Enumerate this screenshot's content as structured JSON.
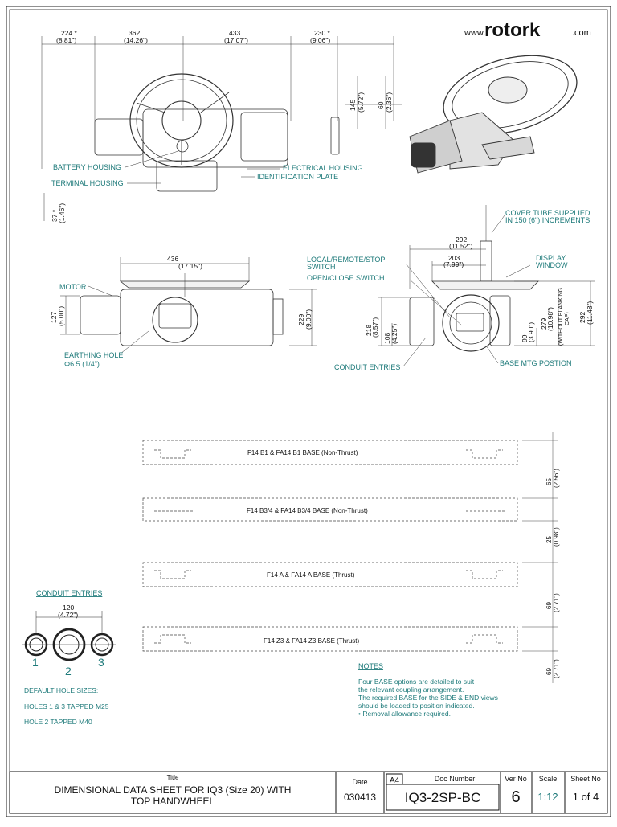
{
  "logo": {
    "prefix": "www.",
    "brand": "rotork",
    "suffix": ".com"
  },
  "top_view": {
    "dims": [
      "224 *",
      "(8.81\")",
      "362",
      "(14.26\")",
      "433",
      "(17.07\")",
      "230 *",
      "(9.06\")",
      "145",
      "(5.72\")",
      "60",
      "(2.36\")",
      "37 *",
      "(1.46\")"
    ],
    "labels": {
      "battery_housing": "BATTERY HOUSING",
      "terminal_housing": "TERMINAL HOUSING",
      "electrical_housing": "ELECTRICAL HOUSING",
      "identification_plate": "IDENTIFICATION PLATE"
    }
  },
  "side_view": {
    "dims": [
      "436",
      "(17.15\")",
      "127",
      "(5.00\")",
      "229",
      "(9.00\")"
    ],
    "labels": {
      "motor": "MOTOR",
      "earthing_hole": "EARTHING HOLE",
      "earthing_size": "Φ6.5 (1/4\")"
    }
  },
  "end_view": {
    "dims": [
      "292",
      "(11.52\")",
      "203",
      "(7.99\")",
      "218",
      "(8.57\")",
      "108",
      "(4.25\")",
      "279",
      "(10.98\")",
      "(WITHOUT BLANKING",
      "CAP)",
      "292",
      "(11.48\")",
      "99",
      "(3.90\")"
    ],
    "labels": {
      "cover_tube_1": "COVER TUBE SUPPLIED",
      "cover_tube_2": "IN 150 (6\") INCREMENTS",
      "local_remote_1": "LOCAL/REMOTE/STOP",
      "local_remote_2": "SWITCH",
      "open_close": "OPEN/CLOSE SWITCH",
      "display_1": "DISPLAY",
      "display_2": "WINDOW",
      "conduit_entries": "CONDUIT ENTRIES",
      "base_mtg": "BASE MTG POSTION"
    }
  },
  "bases": [
    {
      "label": "F14 B1 & FA14 B1 BASE (Non-Thrust)"
    },
    {
      "label": "F14 B3/4 & FA14 B3/4 BASE (Non-Thrust)"
    },
    {
      "label": "F14 A & FA14 A BASE (Thrust)"
    },
    {
      "label": "F14 Z3 & FA14 Z3 BASE (Thrust)"
    }
  ],
  "base_dims": [
    "65",
    "(2.56\")",
    "25",
    "(0.98\")",
    "69",
    "(2.71\")",
    "69",
    "(2.71\")"
  ],
  "conduit": {
    "title": "CONDUIT ENTRIES",
    "dim": "120",
    "dim_in": "(4.72\")",
    "numbers": [
      "1",
      "2",
      "3"
    ],
    "default_sizes": "DEFAULT HOLE SIZES:",
    "holes_1_3": "HOLES 1 & 3 TAPPED M25",
    "hole_2": "HOLE 2 TAPPED M40"
  },
  "notes": {
    "title": "NOTES",
    "lines": [
      "Four BASE options are detailed to suit",
      "the relevant coupling arrangement.",
      "The required BASE for the SIDE & END views",
      "should be loaded to position indicated.",
      "•  Removal allowance required."
    ]
  },
  "title_block": {
    "title_label": "Title",
    "title_line1": "DIMENSIONAL DATA SHEET FOR IQ3 (Size 20) WITH",
    "title_line2": "TOP HANDWHEEL",
    "date_label": "Date",
    "date": "030413",
    "paper": "A4",
    "doc_label": "Doc Number",
    "doc": "IQ3-2SP-BC",
    "ver_label": "Ver No",
    "ver": "6",
    "scale_label": "Scale",
    "scale": "1:12",
    "sheet_label": "Sheet No",
    "sheet": "1 of 4"
  },
  "colors": {
    "ink": "#1a1a1a",
    "teal": "#1e7a7a",
    "frame": "#222222"
  }
}
